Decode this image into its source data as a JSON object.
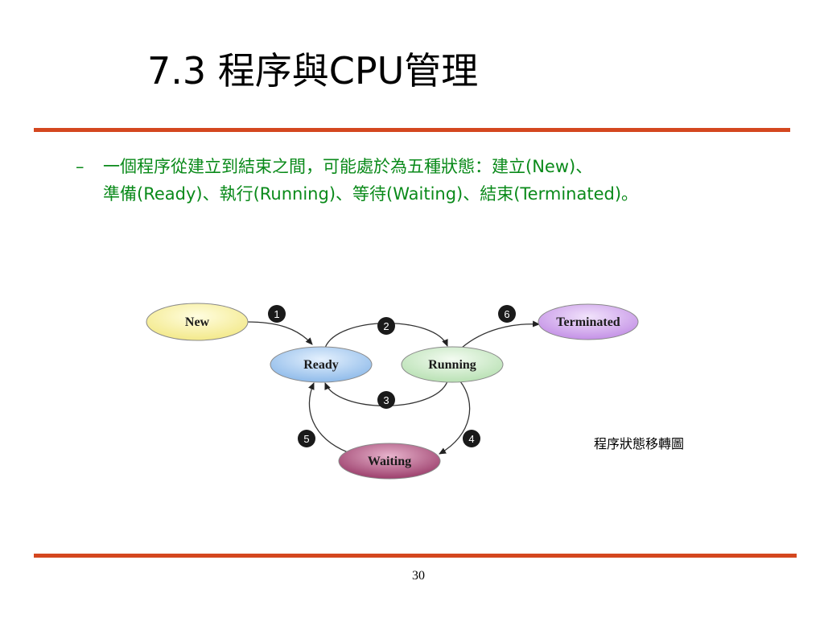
{
  "slide": {
    "title": "7.3  程序與CPU管理",
    "bullet_dash": "–",
    "bullet_line1": "一個程序從建立到結束之間，可能處於為五種狀態：建立(New)、",
    "bullet_line2": "準備(Ready)、執行(Running)、等待(Waiting)、結束(Terminated)。",
    "diagram_caption": "程序狀態移轉圖",
    "page_number": "30",
    "accent_color": "#d4471f",
    "text_color": "#0a8a1a"
  },
  "diagram": {
    "states": {
      "new": "New",
      "ready": "Ready",
      "running": "Running",
      "terminated": "Terminated",
      "waiting": "Waiting"
    },
    "transitions": {
      "t1": "1",
      "t2": "2",
      "t3": "3",
      "t4": "4",
      "t5": "5",
      "t6": "6"
    },
    "colors": {
      "new": "#f7f2a8",
      "ready": "#a9cbf0",
      "running": "#cdeccb",
      "terminated": "#d8b3ee",
      "waiting": "#b85d8a",
      "badge": "#1a1a1a"
    }
  }
}
